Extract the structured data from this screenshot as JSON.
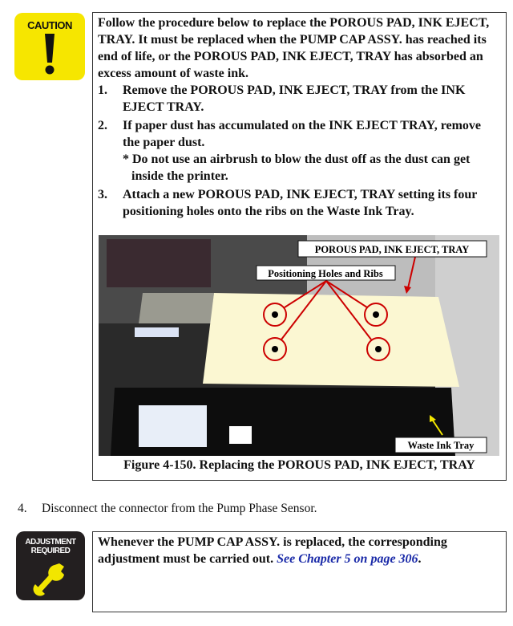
{
  "caution": {
    "icon_label": "CAUTION",
    "intro": "Follow the procedure below to replace the POROUS PAD, INK EJECT, TRAY. It must be replaced when the PUMP CAP ASSY. has reached its end of life, or the POROUS PAD, INK EJECT, TRAY has absorbed an excess amount of waste ink.",
    "steps": [
      {
        "num": "1.",
        "text": "Remove the POROUS PAD, INK EJECT, TRAY from the INK EJECT TRAY."
      },
      {
        "num": "2.",
        "text": "If paper dust has accumulated on the INK EJECT TRAY, remove the paper dust."
      },
      {
        "num": "3.",
        "text": "Attach a new POROUS PAD, INK EJECT, TRAY setting its four positioning holes onto the ribs on the Waste Ink Tray."
      }
    ],
    "note": "* Do not use an airbrush to blow the dust off as the dust can get inside the printer."
  },
  "figure": {
    "label_pad": "POROUS PAD, INK EJECT, TRAY",
    "label_holes": "Positioning Holes and Ribs",
    "label_tray": "Waste Ink Tray",
    "caption": "Figure 4-150.  Replacing the POROUS PAD, INK EJECT, TRAY",
    "colors": {
      "pad": "#fbf7d2",
      "callout": "#cc0000",
      "arrow_tray": "#f2e600"
    }
  },
  "step4": {
    "num": "4.",
    "text": "Disconnect the connector from the Pump Phase Sensor."
  },
  "adjustment": {
    "icon_label_1": "ADJUSTMENT",
    "icon_label_2": "REQUIRED",
    "text": "Whenever the PUMP CAP ASSY. is replaced, the corresponding adjustment must be carried out.",
    "link": "See Chapter 5 on page 306",
    "link_color": "#1a2aa8"
  }
}
